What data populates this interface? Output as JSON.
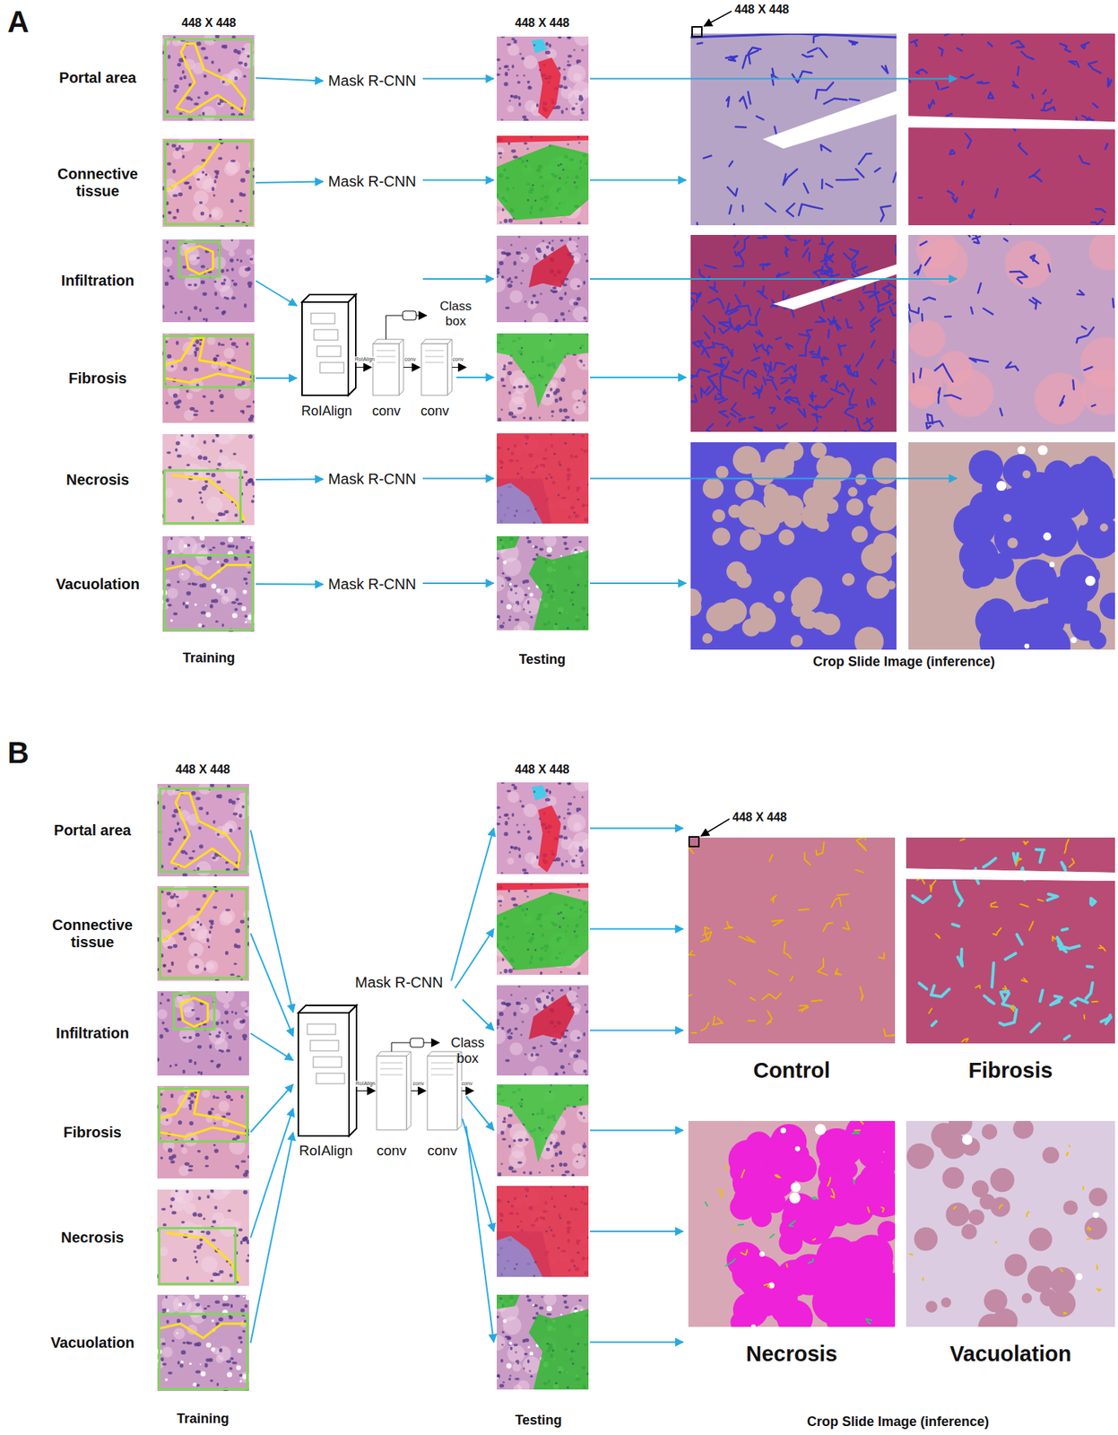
{
  "diagram": {
    "nodes": [
      {
        "text": [
          "Portal area"
        ]
      },
      {
        "text": [
          "Mask R-CNN"
        ]
      },
      {
        "text": [
          "Connective tissue"
        ]
      },
      {
        "text": [
          "Mask R-CNN"
        ]
      },
      {
        "text": [
          "Infiltration"
        ]
      },
      {
        "text": [
          "Class box",
          "RoIAlign",
          "conv",
          "conv"
        ]
      },
      {
        "text": [
          "Fibrosis"
        ]
      },
      {
        "text": [
          "Necrosis"
        ]
      },
      {
        "text": [
          "Mask R-CNN"
        ]
      },
      {
        "text": [
          "Vacuolation"
        ]
      },
      {
        "text": [
          "Mask R-CNN"
        ]
      },
      {
        "text": [
          "Portal area"
        ]
      },
      {
        "text": [
          "Connective tissue"
        ]
      },
      {
        "text": [
          "Infiltration"
        ]
      },
      {
        "text": [
          "Fibrosis"
        ]
      },
      {
        "text": [
          "Necrosis"
        ]
      },
      {
        "text": [
          "Vacuolation"
        ]
      },
      {
        "text": [
          "Mask R-CNN",
          "Class box",
          "RoIAlign",
          "conv",
          "conv"
        ]
      },
      {
        "text": [
          "Control"
        ]
      },
      {
        "text": [
          "Fibrosis"
        ]
      },
      {
        "text": [
          "Necrosis"
        ]
      },
      {
        "text": [
          "Vacuolation"
        ]
      }
    ],
    "edges": [
      {
        "from": 0,
        "to": 1,
        "arrow": "to"
      },
      {
        "from": 2,
        "to": 3,
        "arrow": "to"
      },
      {
        "from": 4,
        "to": 5,
        "arrow": "to"
      },
      {
        "from": 6,
        "to": 5,
        "arrow": "to"
      },
      {
        "from": 7,
        "to": 8,
        "arrow": "to"
      },
      {
        "from": 9,
        "to": 10,
        "arrow": "to"
      },
      {
        "from": 11,
        "to": 17,
        "arrow": "to"
      },
      {
        "from": 12,
        "to": 17,
        "arrow": "to"
      },
      {
        "from": 13,
        "to": 17,
        "arrow": "to"
      },
      {
        "from": 14,
        "to": 17,
        "arrow": "to"
      },
      {
        "from": 15,
        "to": 17,
        "arrow": "to"
      },
      {
        "from": 16,
        "to": 17,
        "arrow": "to"
      }
    ],
    "labels": [
      "A",
      "448 X 448",
      "448 X 448",
      "448 X 448",
      "RoIAlign",
      "conv",
      "conv",
      "Training",
      "Testing",
      "Crop Slide Image (inference)",
      "B",
      "448 X 448",
      "448 X 448",
      "448 X 448",
      "RoIAlign",
      "conv",
      "conv",
      "Training",
      "Testing",
      "Crop Slide Image (inference)"
    ]
  }
}
